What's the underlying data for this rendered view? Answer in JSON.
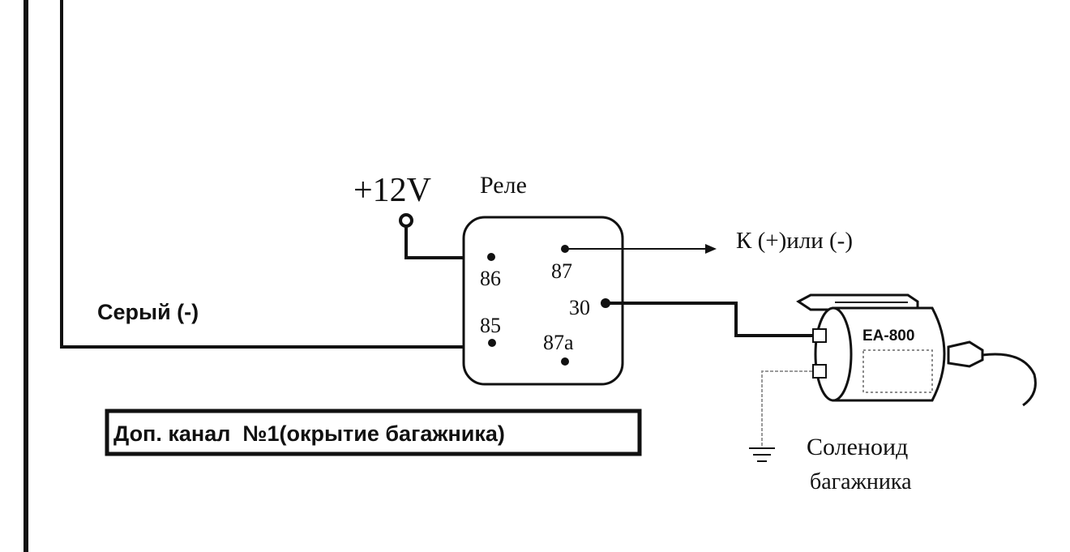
{
  "labels": {
    "supply": "+12V",
    "relay_title": "Реле",
    "wire_gray": "Серый (-)",
    "output_note": "К (+)или (-)",
    "solenoid_model": "EA-800",
    "solenoid_line1": "Соленоид",
    "solenoid_line2": "багажника",
    "caption": "Доп. канал  №1(окрытие багажника)"
  },
  "relay_pins": {
    "p86": "86",
    "p87": "87",
    "p85": "85",
    "p87a": "87a",
    "p30": "30"
  },
  "colors": {
    "ink": "#111111",
    "background": "#ffffff",
    "ground_wire": "#9a9a9a"
  }
}
